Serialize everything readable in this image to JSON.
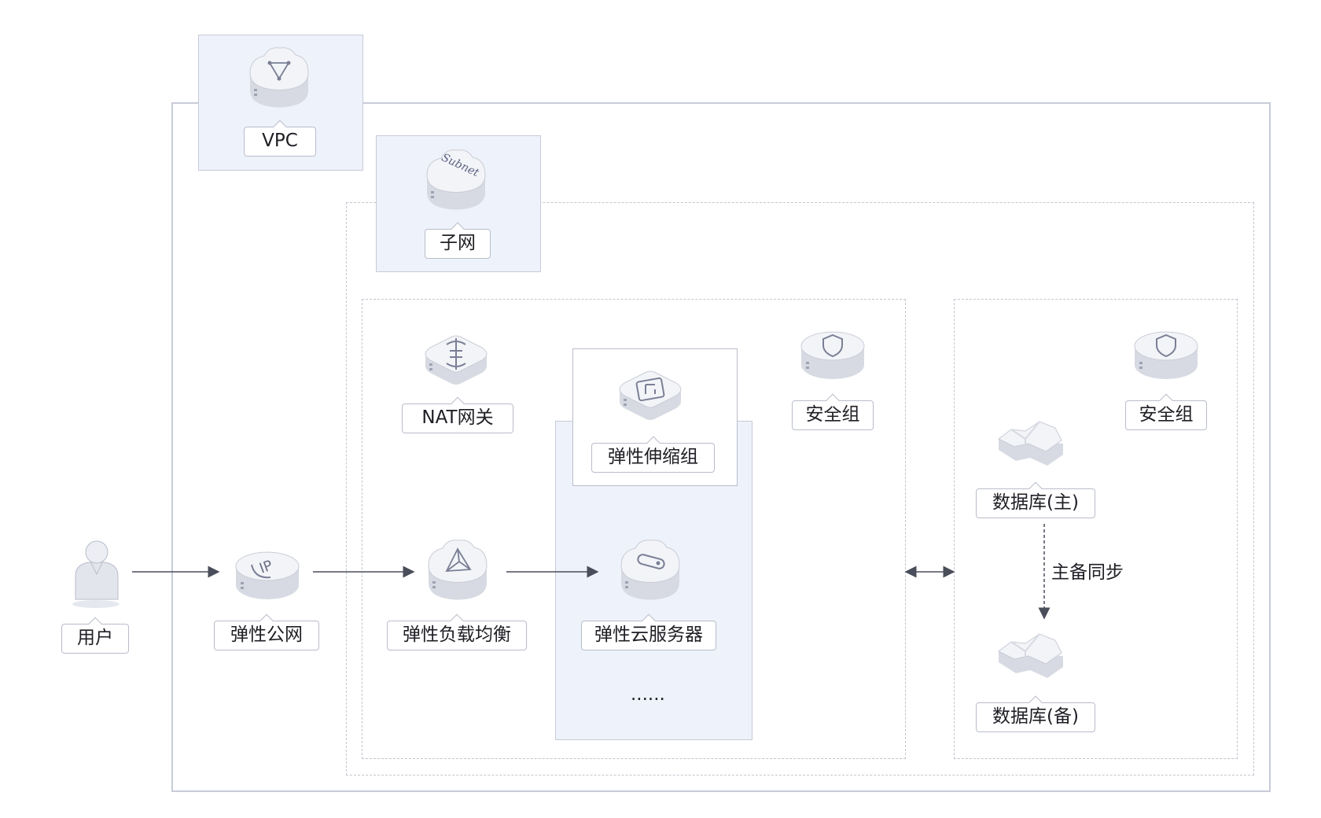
{
  "nodes": {
    "vpc": "VPC",
    "subnet": "子网",
    "subnet_badge": "Subnet",
    "nat": "NAT网关",
    "sg_app": "安全组",
    "sg_db": "安全组",
    "as_group": "弹性伸缩组",
    "user": "用户",
    "eip": "弹性公网",
    "elb": "弹性负载均衡",
    "ecs": "弹性云服务器",
    "ellipsis": "......",
    "db_master": "数据库(主)",
    "db_standby": "数据库(备)",
    "sync": "主备同步"
  },
  "icons": [
    "vpc-icon",
    "subnet-icon",
    "nat-gateway-icon",
    "security-group-icon",
    "auto-scaling-icon",
    "user-icon",
    "elastic-ip-icon",
    "load-balancer-icon",
    "cloud-server-icon",
    "database-icon"
  ],
  "colors": {
    "frame": "#c8cbd8",
    "panel": "#eef2fa",
    "arrow": "#4a4d5a"
  }
}
